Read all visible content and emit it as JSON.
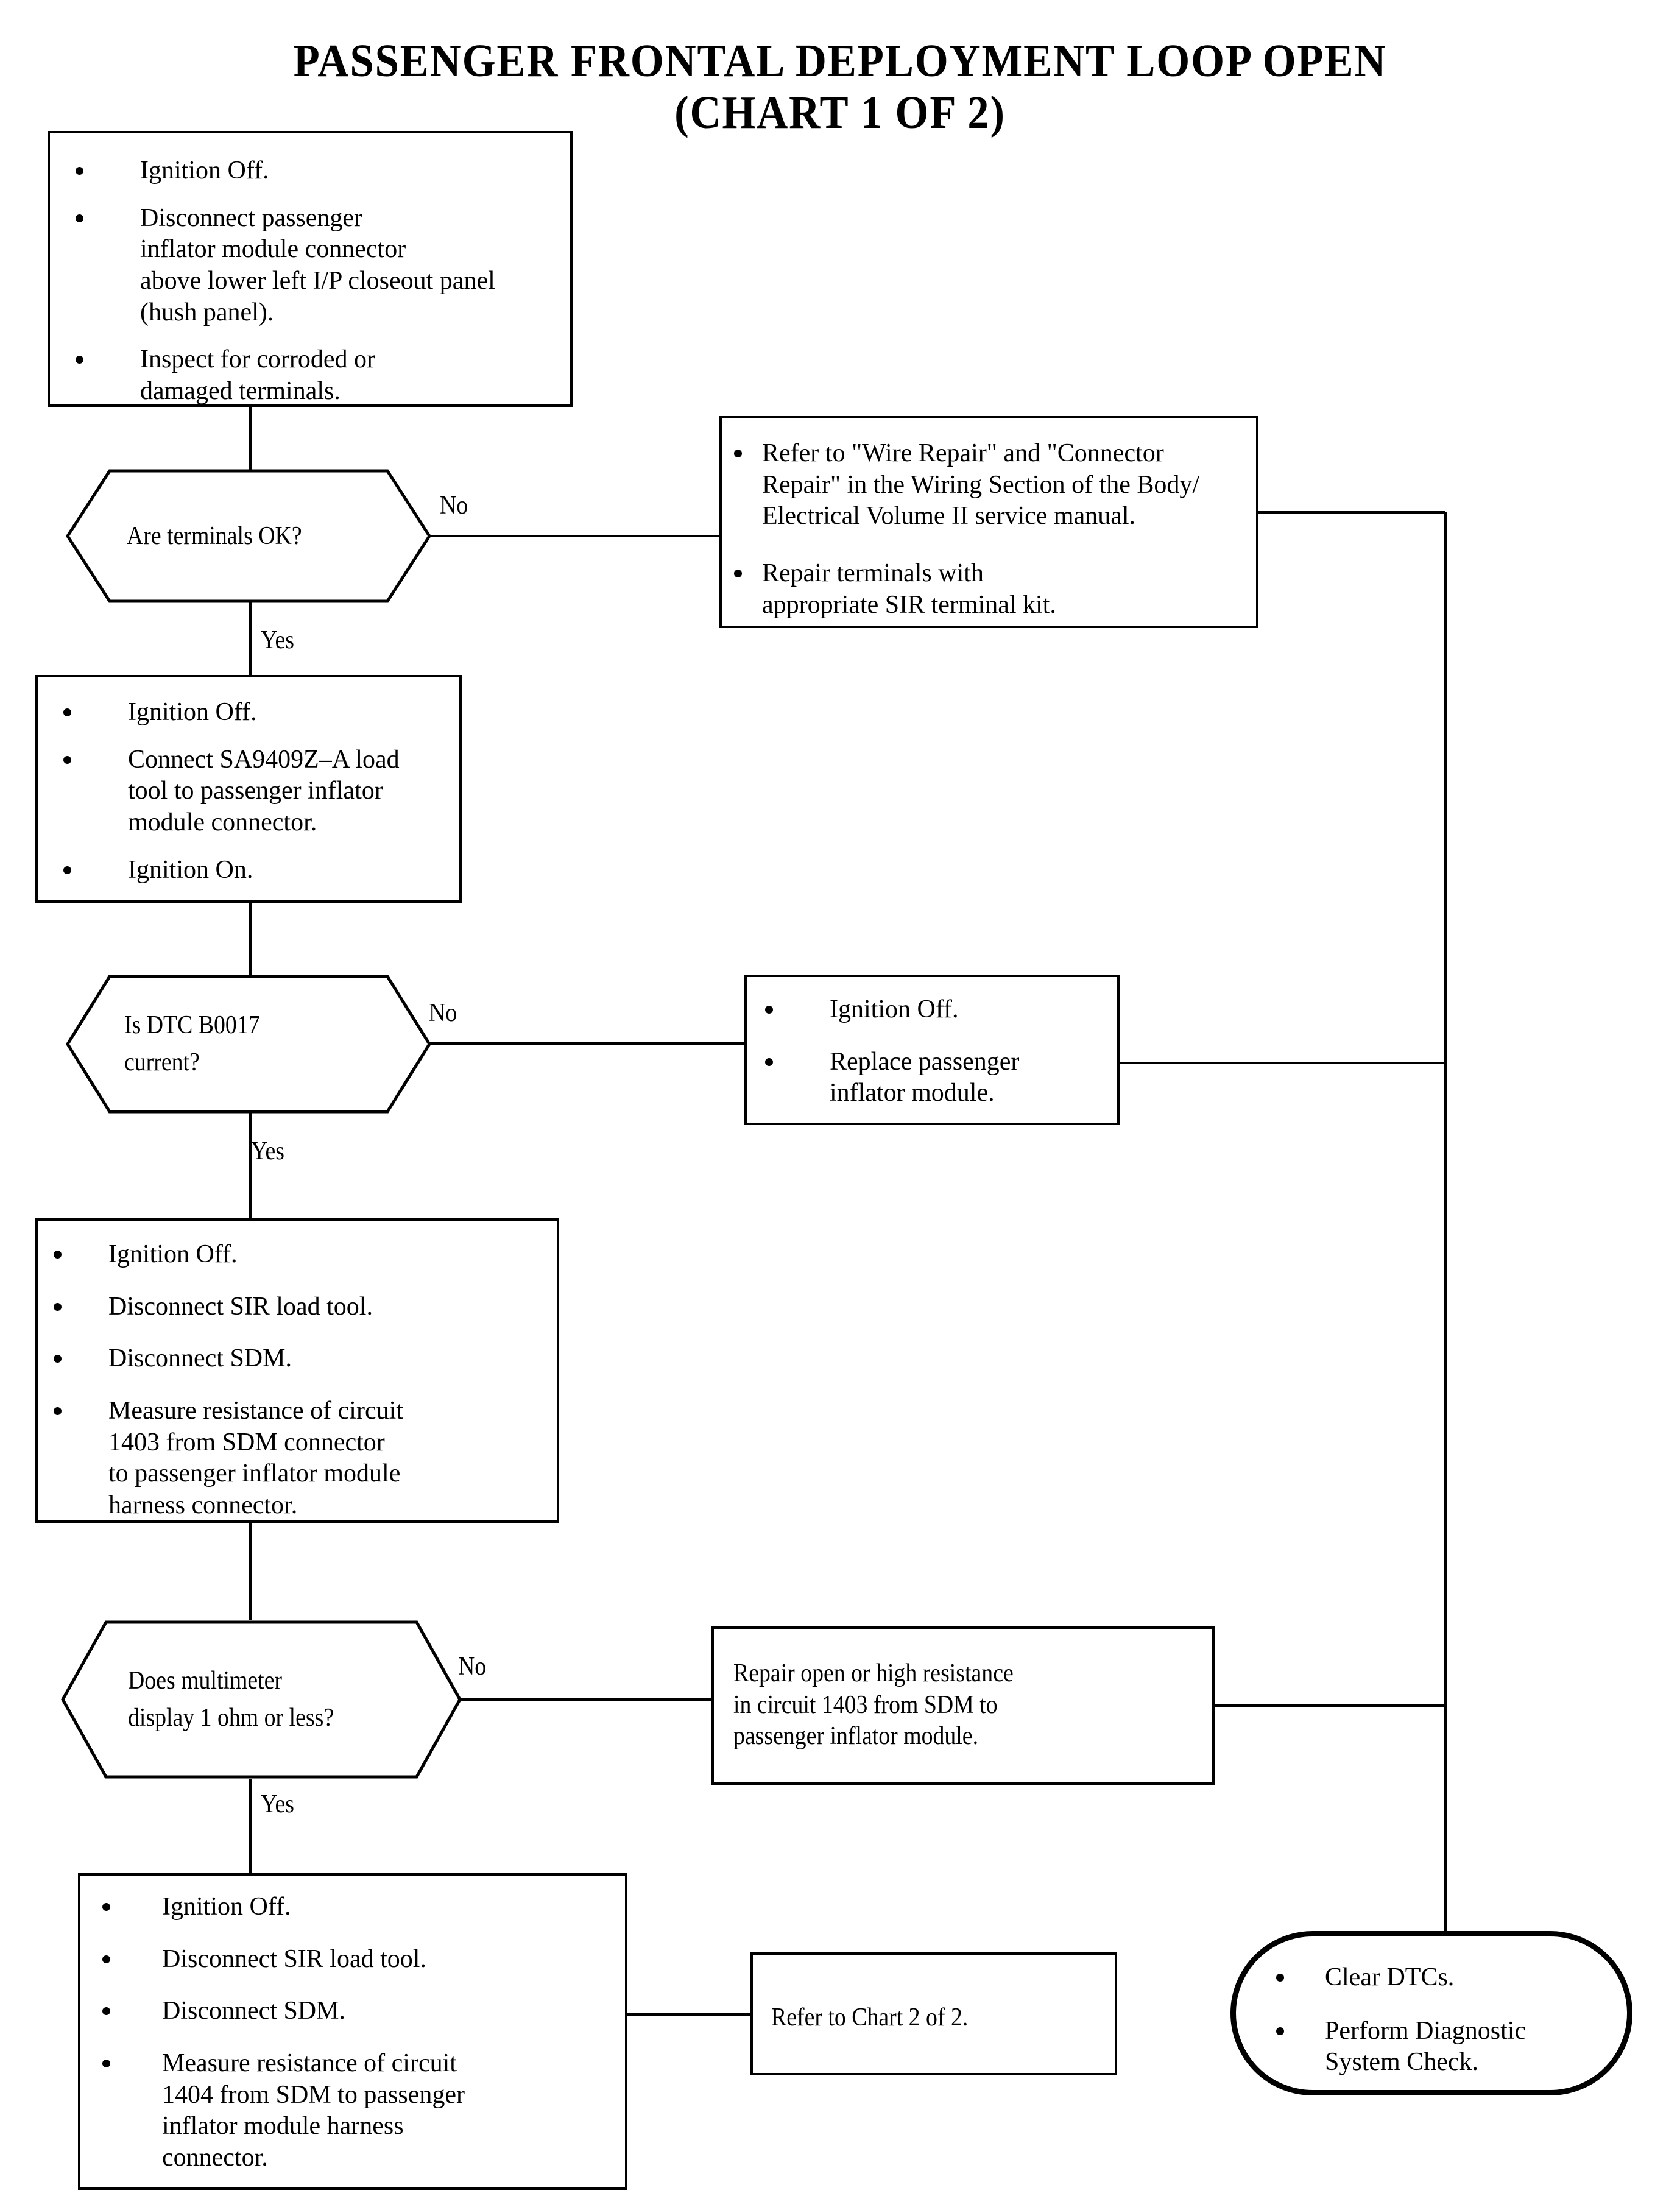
{
  "title": {
    "line1": "PASSENGER FRONTAL DEPLOYMENT LOOP OPEN",
    "line2": "(CHART 1 OF 2)"
  },
  "edge_labels": {
    "no_1": "No",
    "yes_1": "Yes",
    "no_2": "No",
    "yes_2": "Yes",
    "no_3": "No",
    "yes_3": "Yes"
  },
  "nodes": {
    "step1": {
      "kind": "process",
      "bullets": [
        "Ignition Off.",
        "Disconnect passenger\ninflator module connector\nabove lower left I/P closeout panel\n(hush panel).",
        "Inspect for corroded or\ndamaged terminals."
      ]
    },
    "decision1": {
      "kind": "decision",
      "lines": [
        "Are terminals OK?"
      ]
    },
    "repair_terminals": {
      "kind": "process",
      "bullets": [
        "Refer to \"Wire Repair\" and \"Connector\nRepair\" in the Wiring Section of the Body/\nElectrical Volume II service manual.",
        "Repair terminals with\nappropriate SIR terminal kit."
      ]
    },
    "step2": {
      "kind": "process",
      "bullets": [
        "Ignition Off.",
        "Connect SA9409Z–A load\ntool to passenger inflator\nmodule connector.",
        "Ignition On."
      ]
    },
    "decision2": {
      "kind": "decision",
      "lines": [
        "Is DTC B0017",
        "current?"
      ]
    },
    "replace_module": {
      "kind": "process",
      "bullets": [
        "Ignition Off.",
        "Replace passenger\ninflator module."
      ]
    },
    "step3": {
      "kind": "process",
      "bullets": [
        "Ignition Off.",
        "Disconnect SIR load tool.",
        "Disconnect SDM.",
        "Measure resistance of circuit\n1403 from SDM connector\nto passenger inflator module\nharness connector."
      ]
    },
    "decision3": {
      "kind": "decision",
      "lines": [
        "Does multimeter",
        "display 1 ohm or less?"
      ]
    },
    "repair_open": {
      "kind": "process",
      "text": "Repair open or high resistance\nin circuit 1403 from SDM to\npassenger inflator module."
    },
    "step4": {
      "kind": "process",
      "bullets": [
        "Ignition Off.",
        "Disconnect SIR load tool.",
        "Disconnect SDM.",
        "Measure resistance of circuit\n1404 from SDM to passenger\ninflator module harness\nconnector."
      ]
    },
    "refer_chart2": {
      "kind": "process",
      "text": "Refer to Chart 2 of 2."
    },
    "terminator": {
      "kind": "terminator",
      "bullets": [
        "Clear DTCs.",
        "Perform Diagnostic\nSystem Check."
      ]
    }
  },
  "colors": {
    "ink": "#000000",
    "paper": "#ffffff"
  }
}
